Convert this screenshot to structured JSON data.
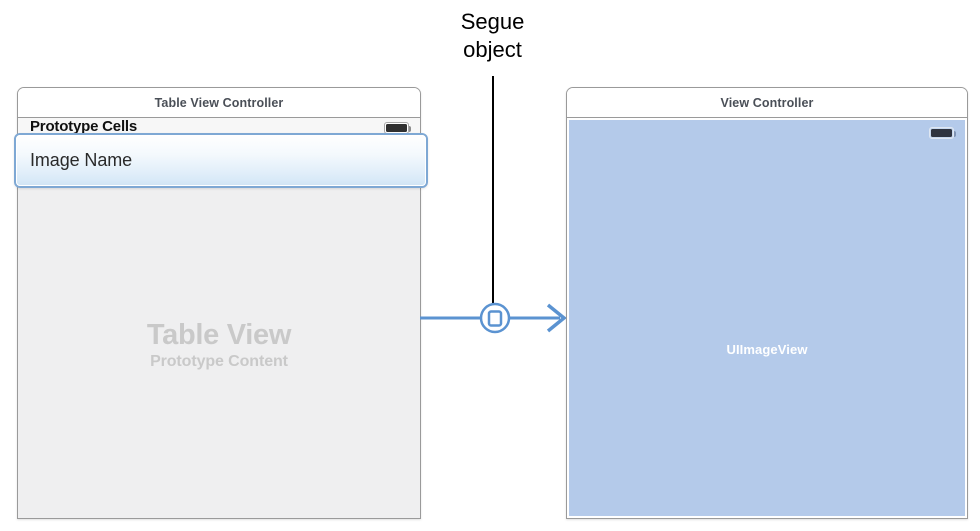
{
  "annotation": {
    "line1": "Segue",
    "line2": "object"
  },
  "left_scene": {
    "title": "Table View Controller",
    "section_header": "Prototype Cells",
    "status_battery_icon": "battery-icon",
    "placeholder_main": "Table View",
    "placeholder_sub": "Prototype Content",
    "prototype_cell": {
      "label": "Image Name",
      "selected": true
    }
  },
  "segue": {
    "icon": "segue-object-icon",
    "arrow_icon": "arrow-right-icon",
    "color": "#5b93d1"
  },
  "right_scene": {
    "title": "View Controller",
    "status_battery_icon": "battery-icon",
    "content_label": "UIImageView",
    "content_color": "#b4caea"
  }
}
